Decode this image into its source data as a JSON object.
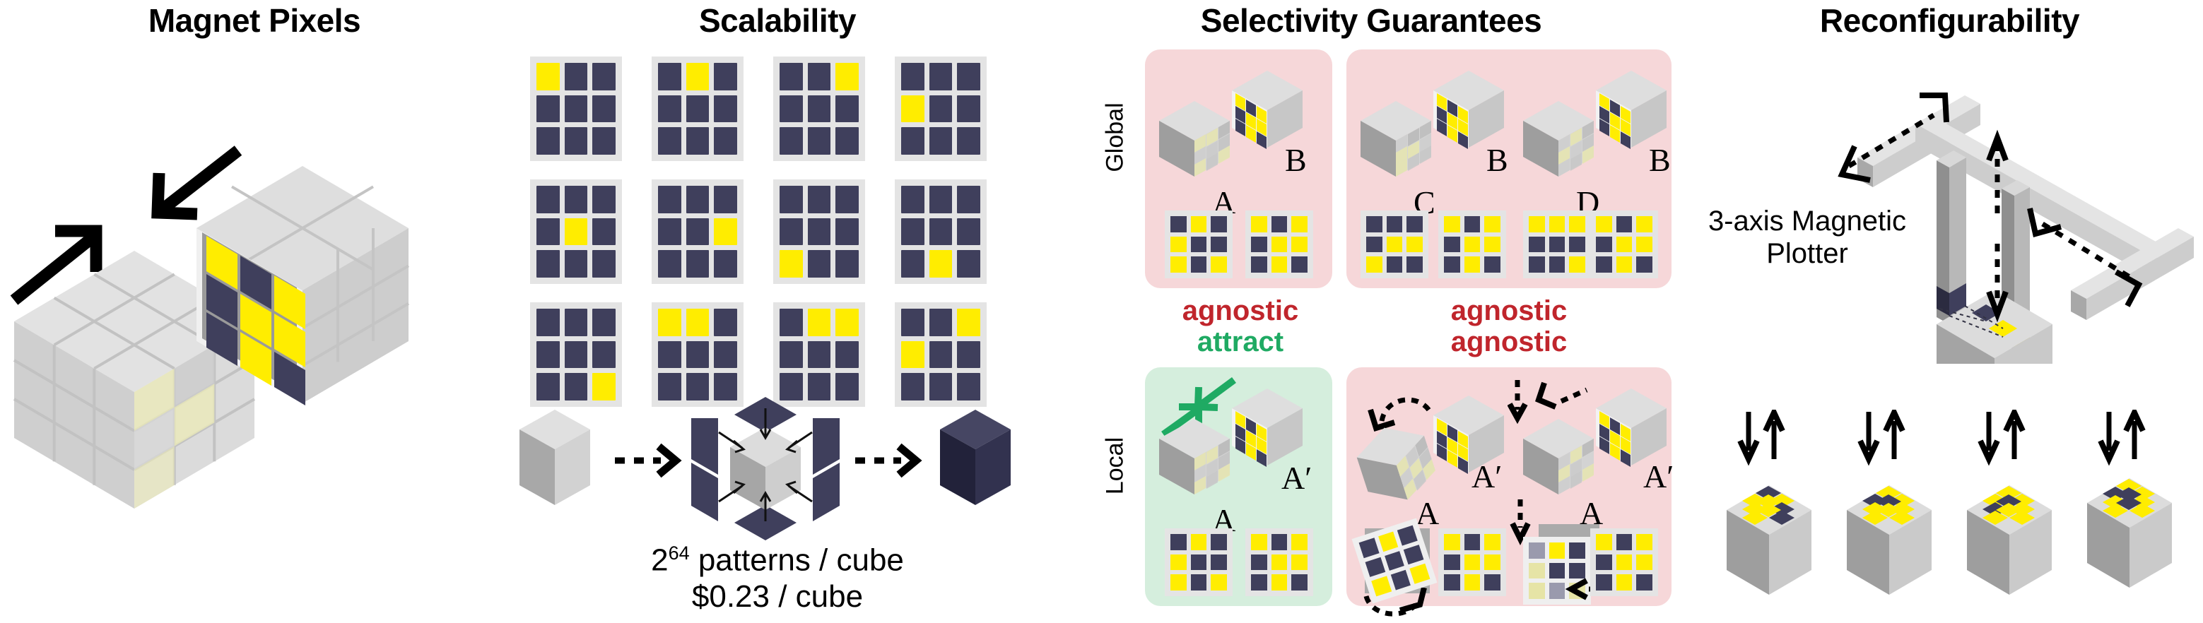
{
  "figure": {
    "panels": [
      {
        "id": "magnet-pixels",
        "title": "Magnet Pixels"
      },
      {
        "id": "scalability",
        "title": "Scalability"
      },
      {
        "id": "selectivity",
        "title": "Selectivity Guarantees"
      },
      {
        "id": "reconfigurability",
        "title": "Reconfigurability"
      }
    ]
  },
  "colors": {
    "yellow": "#ffed00",
    "navy": "#3f3f5c",
    "grid_bg": "#e4e4e4",
    "pink_panel": "#f6d7d9",
    "green_panel": "#d5eedd",
    "red_text": "#c0252c",
    "green_text": "#1faa63",
    "cube_top": "#dedede",
    "cube_left": "#9e9e9e",
    "cube_right": "#c9c9c9",
    "plotter_gold": "#b3a01e",
    "black": "#000000"
  },
  "magnet_pixels": {
    "front_face_pattern": [
      [
        "y",
        "n",
        "y"
      ],
      [
        "n",
        "y",
        "y"
      ],
      [
        "n",
        "y",
        "n"
      ]
    ],
    "arrow_in_upper_left": "arrow-down-left",
    "arrow_in_lower_left": "arrow-up-right",
    "cubes": [
      "patterned-cube",
      "ghost-cube"
    ]
  },
  "scalability": {
    "patterns": [
      {
        "index": 1,
        "cells": [
          [
            "y",
            "n",
            "n"
          ],
          [
            "n",
            "n",
            "n"
          ],
          [
            "n",
            "n",
            "n"
          ]
        ]
      },
      {
        "index": 2,
        "cells": [
          [
            "n",
            "y",
            "n"
          ],
          [
            "n",
            "n",
            "n"
          ],
          [
            "n",
            "n",
            "n"
          ]
        ]
      },
      {
        "index": 3,
        "cells": [
          [
            "n",
            "n",
            "y"
          ],
          [
            "n",
            "n",
            "n"
          ],
          [
            "n",
            "n",
            "n"
          ]
        ]
      },
      {
        "index": 4,
        "cells": [
          [
            "n",
            "n",
            "n"
          ],
          [
            "y",
            "n",
            "n"
          ],
          [
            "n",
            "n",
            "n"
          ]
        ]
      },
      {
        "index": 5,
        "cells": [
          [
            "n",
            "n",
            "n"
          ],
          [
            "n",
            "y",
            "n"
          ],
          [
            "n",
            "n",
            "n"
          ]
        ]
      },
      {
        "index": 6,
        "cells": [
          [
            "n",
            "n",
            "n"
          ],
          [
            "n",
            "n",
            "y"
          ],
          [
            "n",
            "n",
            "n"
          ]
        ]
      },
      {
        "index": 7,
        "cells": [
          [
            "n",
            "n",
            "n"
          ],
          [
            "n",
            "n",
            "n"
          ],
          [
            "y",
            "n",
            "n"
          ]
        ]
      },
      {
        "index": 8,
        "cells": [
          [
            "n",
            "n",
            "n"
          ],
          [
            "n",
            "n",
            "n"
          ],
          [
            "n",
            "y",
            "n"
          ]
        ]
      },
      {
        "index": 9,
        "cells": [
          [
            "n",
            "n",
            "n"
          ],
          [
            "n",
            "n",
            "n"
          ],
          [
            "n",
            "n",
            "y"
          ]
        ]
      },
      {
        "index": 10,
        "cells": [
          [
            "y",
            "y",
            "n"
          ],
          [
            "n",
            "n",
            "n"
          ],
          [
            "n",
            "n",
            "n"
          ]
        ]
      },
      {
        "index": 11,
        "cells": [
          [
            "n",
            "y",
            "y"
          ],
          [
            "n",
            "n",
            "n"
          ],
          [
            "n",
            "n",
            "n"
          ]
        ]
      },
      {
        "index": 12,
        "cells": [
          [
            "n",
            "n",
            "y"
          ],
          [
            "y",
            "n",
            "n"
          ],
          [
            "n",
            "n",
            "n"
          ]
        ]
      }
    ],
    "flow": {
      "start_cube": "blank-cube",
      "middle": "magnetized-cube",
      "end_cube": "patterned-cube",
      "arrow_style": "dotted"
    },
    "stat_patterns": "2⁶⁴ patterns / cube",
    "stat_patterns_base": "2",
    "stat_patterns_exponent": "64",
    "stat_patterns_rest": " patterns / cube",
    "stat_cost": "$0.23 / cube"
  },
  "selectivity": {
    "row_labels": {
      "global": "Global",
      "local": "Local"
    },
    "global": {
      "cards": [
        {
          "id": "global-ab",
          "bg": "pink",
          "cube_labels": [
            "A",
            "B"
          ],
          "grids": [
            [
              [
                "n",
                "y",
                "n"
              ],
              [
                "y",
                "n",
                "n"
              ],
              [
                "y",
                "n",
                "y"
              ]
            ],
            [
              [
                "y",
                "n",
                "y"
              ],
              [
                "n",
                "y",
                "y"
              ],
              [
                "n",
                "y",
                "n"
              ]
            ]
          ],
          "result": [
            {
              "text": "agnostic",
              "color": "red"
            }
          ]
        },
        {
          "id": "global-cb",
          "bg": "pink",
          "cube_labels": [
            "C",
            "B"
          ],
          "grids": [
            [
              [
                "n",
                "n",
                "n"
              ],
              [
                "n",
                "y",
                "y"
              ],
              [
                "y",
                "n",
                "n"
              ]
            ],
            [
              [
                "y",
                "n",
                "y"
              ],
              [
                "n",
                "y",
                "y"
              ],
              [
                "n",
                "y",
                "n"
              ]
            ]
          ]
        },
        {
          "id": "global-db",
          "bg": "pink",
          "cube_labels": [
            "D",
            "B"
          ],
          "grids": [
            [
              [
                "y",
                "y",
                "y"
              ],
              [
                "n",
                "n",
                "n"
              ],
              [
                "n",
                "n",
                "y"
              ]
            ],
            [
              [
                "y",
                "n",
                "y"
              ],
              [
                "n",
                "y",
                "y"
              ],
              [
                "n",
                "y",
                "n"
              ]
            ]
          ],
          "result": [
            {
              "text": "agnostic",
              "color": "red"
            },
            {
              "text": "agnostic",
              "color": "red"
            }
          ]
        }
      ]
    },
    "local": {
      "cards": [
        {
          "id": "local-attract",
          "bg": "green",
          "cube_labels": [
            "A",
            "A′"
          ],
          "arrows": "green-attract-pair",
          "grids": [
            [
              [
                "n",
                "y",
                "n"
              ],
              [
                "y",
                "n",
                "n"
              ],
              [
                "y",
                "n",
                "y"
              ]
            ],
            [
              [
                "y",
                "n",
                "y"
              ],
              [
                "n",
                "y",
                "y"
              ],
              [
                "n",
                "y",
                "n"
              ]
            ]
          ],
          "result": [
            {
              "text": "attract",
              "color": "green"
            }
          ]
        },
        {
          "id": "local-rotated",
          "bg": "pink",
          "cube_labels": [
            "A",
            "A′"
          ],
          "arrows": "dashed-rotation",
          "grids": [
            [
              [
                "n",
                "y",
                "n"
              ],
              [
                "y",
                "n",
                "n"
              ],
              [
                "y",
                "n",
                "y"
              ]
            ],
            [
              [
                "y",
                "n",
                "y"
              ],
              [
                "n",
                "y",
                "y"
              ],
              [
                "n",
                "y",
                "n"
              ]
            ]
          ]
        },
        {
          "id": "local-translated",
          "bg": "pink",
          "cube_labels": [
            "A",
            "A′"
          ],
          "arrows": "dashed-translation",
          "grids": [
            [
              [
                "g",
                "y",
                "n"
              ],
              [
                "ly",
                "n",
                "n"
              ],
              [
                "ly",
                "g",
                "ly"
              ]
            ],
            [
              [
                "y",
                "n",
                "y"
              ],
              [
                "n",
                "y",
                "y"
              ],
              [
                "n",
                "y",
                "n"
              ]
            ]
          ]
        }
      ]
    },
    "global_results": [
      {
        "text": "agnostic",
        "color": "red"
      },
      {
        "text": "attract",
        "color": "green"
      }
    ],
    "right_results": [
      {
        "text": "agnostic",
        "color": "red"
      },
      {
        "text": "agnostic",
        "color": "red"
      }
    ]
  },
  "reconfigurability": {
    "plotter_label_line1": "3-axis Magnetic",
    "plotter_label_line2": "Plotter",
    "axis_arrows": [
      "x-axis-dashed",
      "z-axis-dashed",
      "y-axis-dashed"
    ],
    "tool_colors": [
      "#3f3f5c",
      "#b3a01e"
    ],
    "output_cubes": [
      {
        "index": 1,
        "arrows": "down-up-pair",
        "top_pattern": [
          [
            "y",
            "n",
            "y"
          ],
          [
            "y",
            "y",
            "n"
          ],
          [
            "y",
            "y",
            "n"
          ]
        ]
      },
      {
        "index": 2,
        "arrows": "down-up-pair",
        "top_pattern": [
          [
            "n",
            "y",
            "y"
          ],
          [
            "y",
            "n",
            "y"
          ],
          [
            "y",
            "y",
            "y"
          ]
        ]
      },
      {
        "index": 3,
        "arrows": "down-up-pair",
        "top_pattern": [
          [
            "y",
            "y",
            "y"
          ],
          [
            "n",
            "n",
            "y"
          ],
          [
            "y",
            "y",
            "y"
          ]
        ]
      },
      {
        "index": 4,
        "arrows": "down-up-pair",
        "top_pattern": [
          [
            "n",
            "y",
            "y"
          ],
          [
            "y",
            "n",
            "y"
          ],
          [
            "y",
            "n",
            "y"
          ]
        ]
      }
    ],
    "arrow_glyph_down": "↓",
    "arrow_glyph_up": "↑"
  }
}
